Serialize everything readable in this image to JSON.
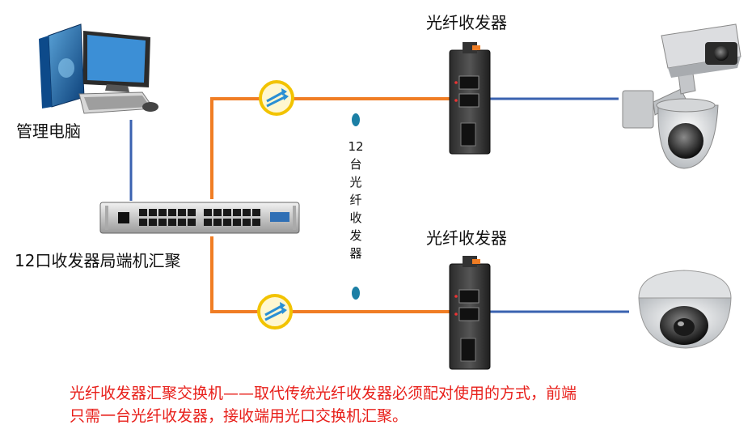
{
  "labels": {
    "pc": "管理电脑",
    "switch": "12口收发器局端机汇聚",
    "transceiver_top": "光纤收发器",
    "transceiver_bottom": "光纤收发器",
    "vertical_num": "12",
    "vertical_chars": [
      "台",
      "光",
      "纤",
      "收",
      "发",
      "器"
    ]
  },
  "caption": {
    "line1": "光纤收发器汇聚交换机——取代传统光纤收发器必须配对使用的方式，前端",
    "line2": "只需一台光纤收发器，接收端用光口交换机汇聚。"
  },
  "colors": {
    "fiber": "#f07d24",
    "ethernet": "#3a62b0",
    "caption": "#e8201b",
    "connector_ring": "#f2c300"
  },
  "icons": {
    "pc": "desktop-computer-icon",
    "switch": "rack-switch-icon",
    "transceiver": "media-converter-icon",
    "camera_ptz": "ptz-camera-icon",
    "camera_dome": "dome-camera-icon",
    "fiber_connector": "fiber-connector-icon"
  }
}
